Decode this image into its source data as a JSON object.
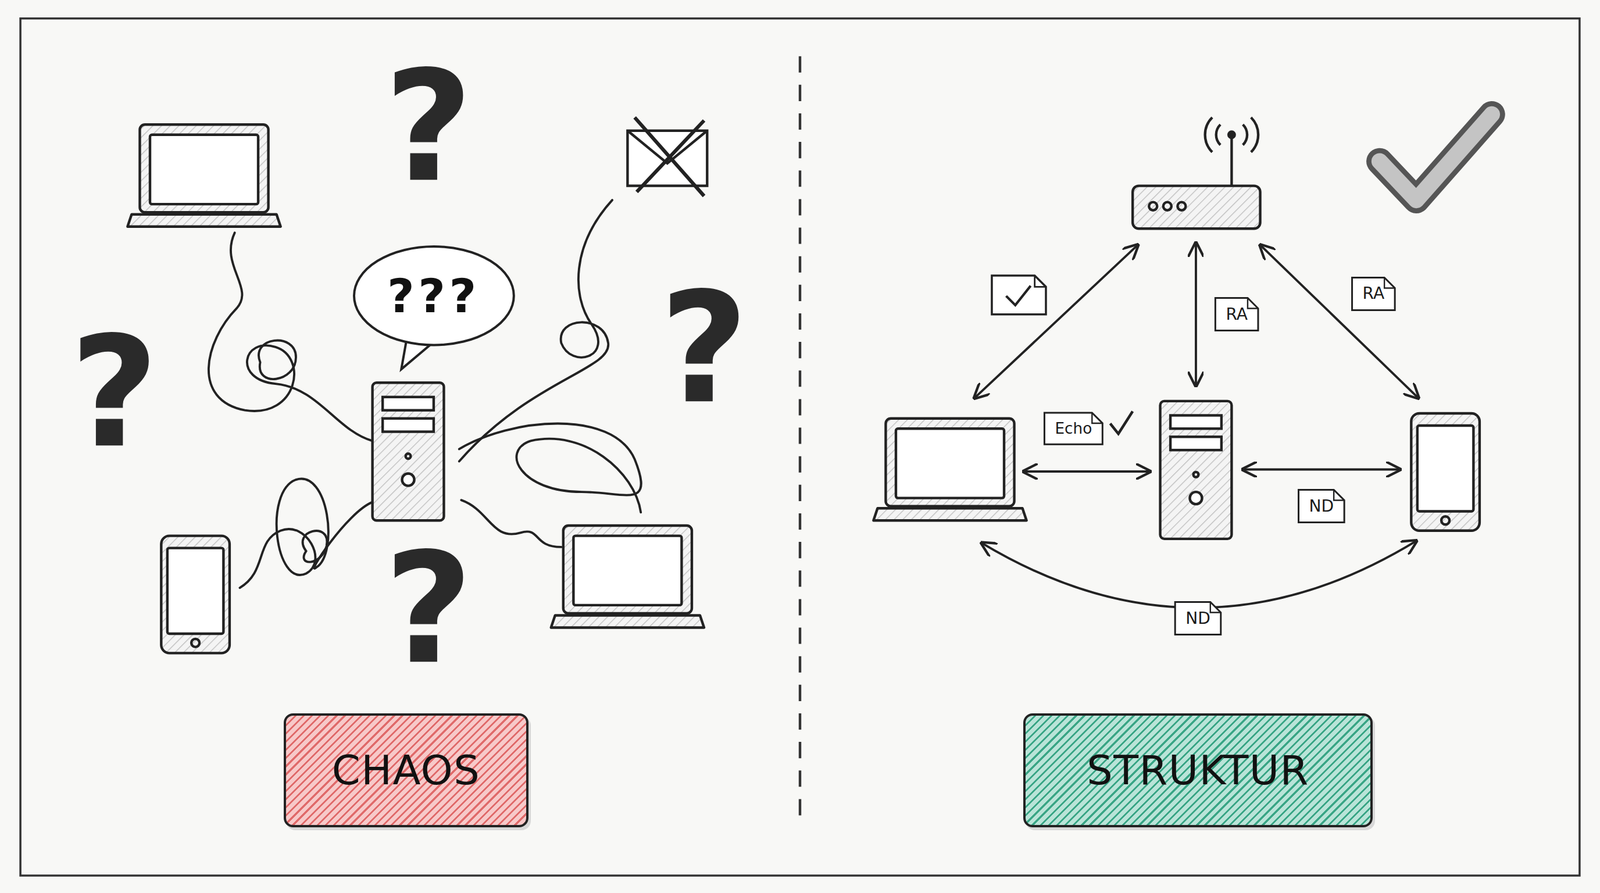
{
  "diagram": {
    "nodes": [
      {
        "text": [
          "???"
        ]
      },
      {
        "text": [
          "CHAOS"
        ]
      },
      {
        "text": [
          "STRUKTUR"
        ]
      }
    ],
    "labels": [
      "?",
      "?",
      "?",
      "?",
      "RA",
      "RA",
      "Echo",
      "ND",
      "ND"
    ]
  }
}
